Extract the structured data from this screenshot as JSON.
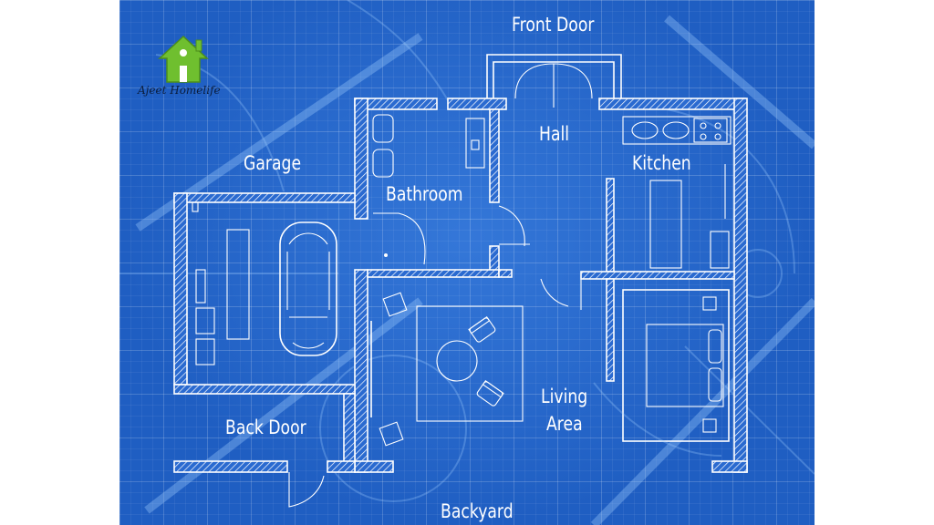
{
  "labels": {
    "front_door": "Front Door",
    "hall": "Hall",
    "kitchen": "Kitchen",
    "garage": "Garage",
    "bathroom": "Bathroom",
    "living_area_line1": "Living",
    "living_area_line2": "Area",
    "back_door": "Back Door",
    "backyard": "Backyard"
  },
  "logo": {
    "icon": "house-icon",
    "text": "Ajeet Homelife"
  },
  "colors": {
    "blueprint": "#1f5ec2",
    "lines": "#ffffff",
    "logo_green": "#6fbf2f"
  }
}
